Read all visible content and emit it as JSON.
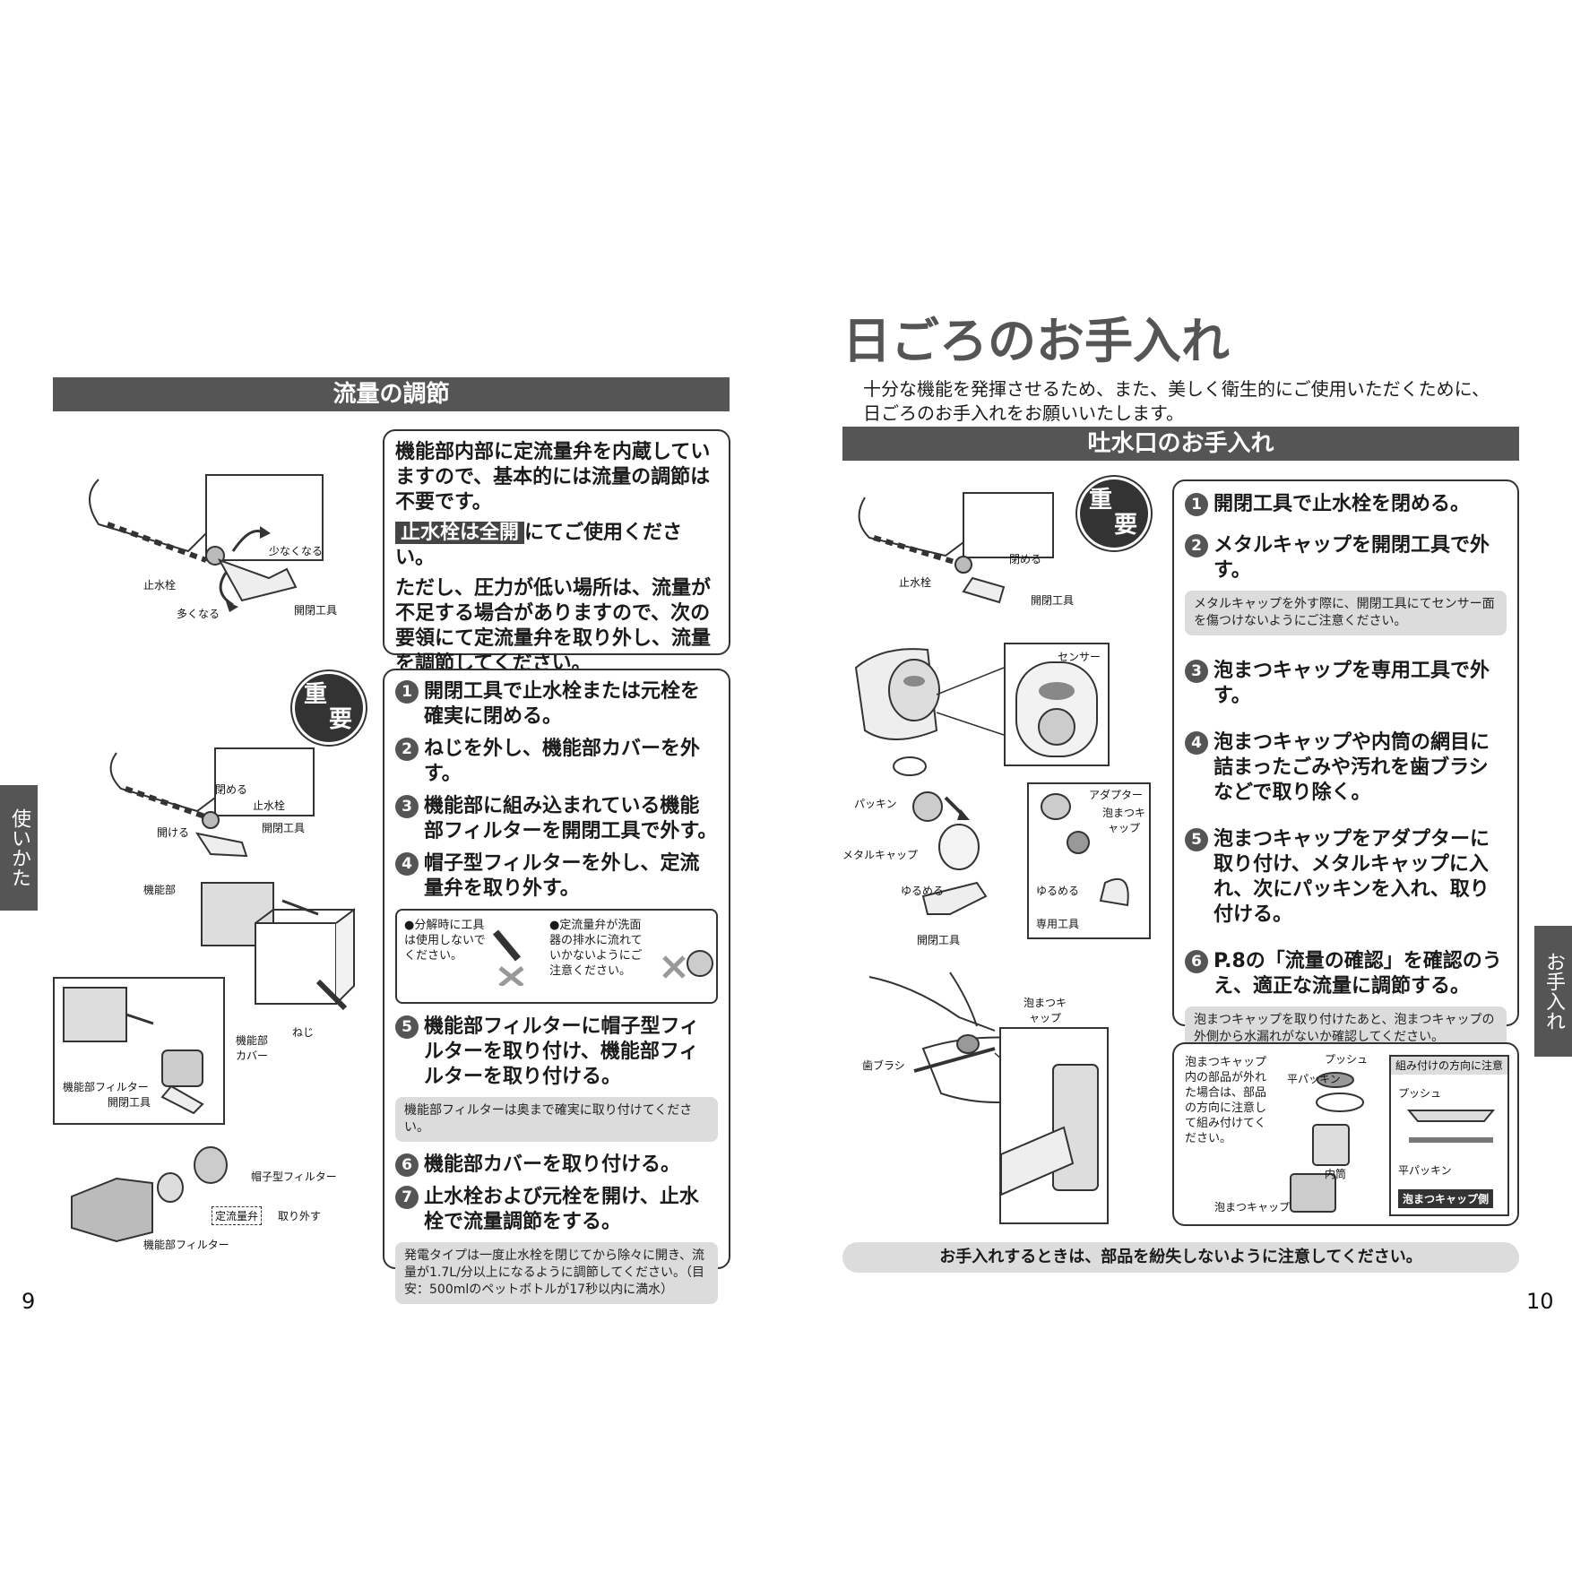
{
  "left": {
    "section_title": "流量の調節",
    "intro": {
      "line1": "機能部内部に定流量弁を内蔵していますので、基本的には流量の調節は不要です。",
      "highlight": "止水栓は全開",
      "line2": "にてご使用ください。",
      "line3": "ただし、圧力が低い場所は、流量が不足する場合がありますので、次の要領にて定流量弁を取り外し、流量を調節してください。"
    },
    "badge": [
      "重",
      "要"
    ],
    "steps": [
      {
        "num": "1",
        "text": "開閉工具で止水栓または元栓を確実に閉める。"
      },
      {
        "num": "2",
        "text": "ねじを外し、機能部カバーを外す。"
      },
      {
        "num": "3",
        "text": "機能部に組み込まれている機能部フィルターを開閉工具で外す。"
      },
      {
        "num": "4",
        "text": "帽子型フィルターを外し、定流量弁を取り外す。"
      }
    ],
    "caution": {
      "a": "●分解時に工具は使用しないでください。",
      "b": "●定流量弁が洗面器の排水に流れていかないようにご注意ください。"
    },
    "steps2": [
      {
        "num": "5",
        "text": "機能部フィルターに帽子型フィルターを取り付け、機能部フィルターを取り付ける。"
      }
    ],
    "note5": "機能部フィルターは奥まで確実に取り付けてください。",
    "steps3": [
      {
        "num": "6",
        "text": "機能部カバーを取り付ける。"
      },
      {
        "num": "7",
        "text": "止水栓および元栓を開け、止水栓で流量調節をする。"
      }
    ],
    "note7": "発電タイプは一度止水栓を閉じてから除々に開き、流量が1.7L/分以上になるように調節してください。（目安：500mlのペットボトルが17秒以内に満水）",
    "fig_labels": {
      "less": "少なくなる",
      "valve": "止水栓",
      "more": "多くなる",
      "tool": "開閉工具",
      "close": "閉める",
      "valve2": "止水栓",
      "open": "開ける",
      "tool2": "開閉工具",
      "unit": "機能部",
      "cover": "機能部カバー",
      "screw": "ねじ",
      "filter": "機能部フィルター",
      "tool3": "開閉工具",
      "hatfilter": "帽子型フィルター",
      "regvalve": "定流量弁",
      "remove": "取り外す",
      "filter2": "機能部フィルター"
    },
    "tab": "使いかた",
    "page": "9"
  },
  "right": {
    "title": "日ごろのお手入れ",
    "lead1": "十分な機能を発揮させるため、また、美しく衛生的にご使用いただくために、",
    "lead2": "日ごろのお手入れをお願いいたします。",
    "section_title": "吐水口のお手入れ",
    "badge": [
      "重",
      "要"
    ],
    "steps": [
      {
        "num": "1",
        "text": "開閉工具で止水栓を閉める。"
      },
      {
        "num": "2",
        "text": "メタルキャップを開閉工具で外す。"
      }
    ],
    "note2": "メタルキャップを外す際に、開閉工具にてセンサー面を傷つけないようにご注意ください。",
    "steps2": [
      {
        "num": "3",
        "text": "泡まつキャップを専用工具で外す。"
      },
      {
        "num": "4",
        "text": "泡まつキャップや内筒の網目に詰まったごみや汚れを歯ブラシなどで取り除く。"
      },
      {
        "num": "5",
        "text": "泡まつキャップをアダプターに取り付け、メタルキャップに入れ、次にパッキンを入れ、取り付ける。"
      },
      {
        "num": "6",
        "text": "P.8の「流量の確認」を確認のうえ、適正な流量に調節する。"
      }
    ],
    "note6": "泡まつキャップを取り付けたあと、泡まつキャップの外側から水漏れがないか確認してください。",
    "parts_note": "泡まつキャップ内の部品が外れた場合は、部品の方向に注意して組み付けてください。",
    "parts": {
      "push": "プッシュ",
      "flat": "平パッキン",
      "inner": "内筒",
      "cap": "泡まつキャップ",
      "direction": "組み付けの方向に注意",
      "push2": "プッシュ",
      "flat2": "平パッキン",
      "capside": "泡まつキャップ側"
    },
    "fig_labels": {
      "close": "閉める",
      "valve": "止水栓",
      "tool": "開閉工具",
      "sensor": "センサー",
      "adapter": "アダプター",
      "foamcap": "泡まつキャップ",
      "packing": "パッキン",
      "metalcap": "メタルキャップ",
      "loosen1": "ゆるめる",
      "loosen2": "ゆるめる",
      "tool2": "開閉工具",
      "special": "専用工具",
      "foamcap2": "泡まつキャップ",
      "brush": "歯ブラシ"
    },
    "footer": "お手入れするときは、部品を紛失しないように注意してください。",
    "tab": "お手入れ",
    "page": "10"
  }
}
